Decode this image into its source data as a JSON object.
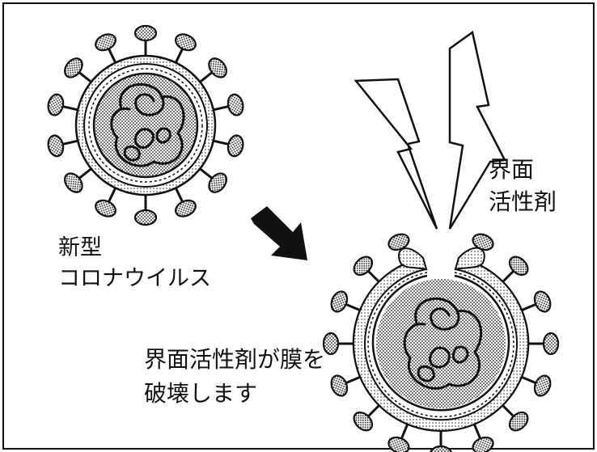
{
  "labels": {
    "virus_line1": "新型",
    "virus_line2": "コロナウイルス",
    "surfactant_line1": "界面",
    "surfactant_line2": "活性剤",
    "caption_line1": "界面活性剤が膜を",
    "caption_line2": "破壊します"
  },
  "icons": {
    "intact_virus": "virus-icon",
    "ruptured_virus": "ruptured-virus-icon",
    "arrow": "arrow-icon",
    "lightning": "lightning-icon"
  },
  "colors": {
    "ink": "#111111",
    "fill": "#ffffff",
    "stipple": "#bdbdbd"
  }
}
